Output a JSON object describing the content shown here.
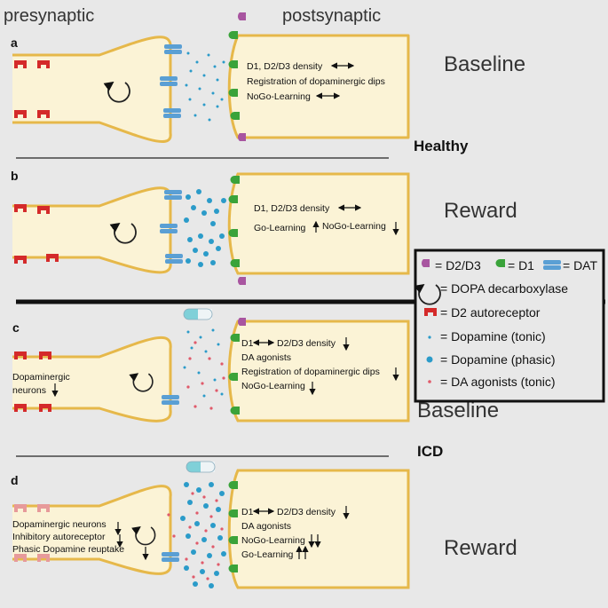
{
  "headers": {
    "pre": "presynaptic",
    "post": "postsynaptic"
  },
  "groups": {
    "healthy": "Healthy",
    "icd": "ICD"
  },
  "panels": [
    {
      "letter": "a",
      "state": "Baseline",
      "notes": [
        "D1, D2/D3 density",
        "Registration of dopaminergic dips",
        "NoGo-Learning"
      ]
    },
    {
      "letter": "b",
      "state": "Reward",
      "notes": [
        "D1, D2/D3 density",
        "Go-Learning",
        "NoGo-Learning"
      ]
    },
    {
      "letter": "c",
      "state": "Baseline",
      "pre_notes": [
        "Dopaminergic",
        "neurons"
      ],
      "notes": [
        "D1",
        "D2/D3 density",
        "DA agonists",
        "Registration of dopaminergic dips",
        "NoGo-Learning"
      ]
    },
    {
      "letter": "d",
      "state": "Reward",
      "pre_notes": [
        "Dopaminergic neurons",
        "Inhibitory autoreceptor",
        "Phasic Dopamine reuptake"
      ],
      "notes": [
        "D1",
        "D2/D3 density",
        "DA agonists",
        "NoGo-Learning",
        "Go-Learning"
      ]
    }
  ],
  "legend": {
    "items": [
      "= D2/D3",
      "= D1",
      "= DAT",
      "= DOPA decarboxylase",
      "= D2 autoreceptor",
      "= Dopamine (tonic)",
      "= Dopamine (phasic)",
      "= DA agonists (tonic)"
    ]
  },
  "colors": {
    "d2d3": "#a855a0",
    "d1": "#3aa33a",
    "dat": "#5a9fd4",
    "autoreceptor": "#d42a2a",
    "dopamine": "#2b9bc9",
    "agonist": "#e05a6a",
    "membrane": "#e6b84a"
  }
}
